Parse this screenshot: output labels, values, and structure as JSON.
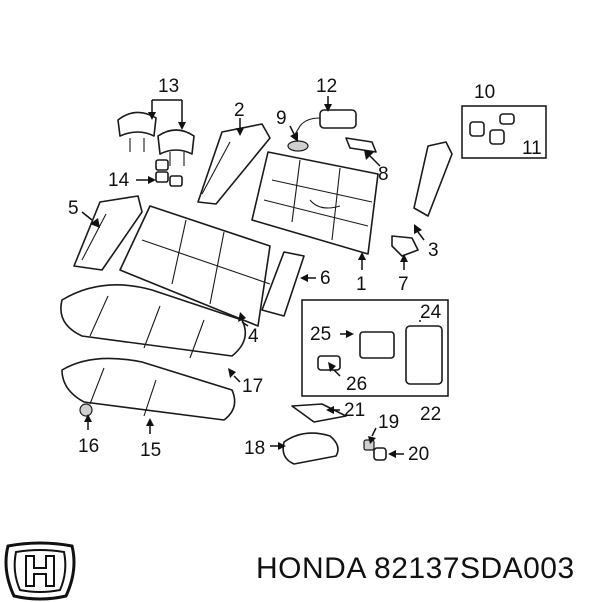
{
  "callouts": [
    "13",
    "2",
    "12",
    "9",
    "10",
    "11",
    "14",
    "8",
    "5",
    "6",
    "3",
    "1",
    "7",
    "24",
    "4",
    "25",
    "26",
    "22",
    "17",
    "21",
    "19",
    "16",
    "15",
    "18",
    "20"
  ],
  "caption": "HONDA 82137SDA003",
  "logo_icon": "honda-logo-icon",
  "colors": {
    "line": "#1a1a1a",
    "shade": "#cfcfcf",
    "background": "#ffffff"
  }
}
